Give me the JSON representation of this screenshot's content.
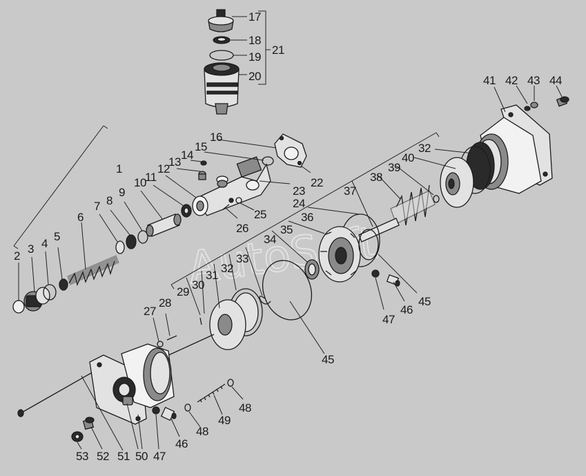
{
  "watermark": "AutoSoft",
  "labels": {
    "l1": "1",
    "l2": "2",
    "l3": "3",
    "l4": "4",
    "l5": "5",
    "l6": "6",
    "l7": "7",
    "l8": "8",
    "l9": "9",
    "l10": "10",
    "l11": "11",
    "l12": "12",
    "l13": "13",
    "l14": "14",
    "l15": "15",
    "l16": "16",
    "l17": "17",
    "l18": "18",
    "l19": "19",
    "l20": "20",
    "l21": "21",
    "l22": "22",
    "l23": "23",
    "l24": "24",
    "l25": "25",
    "l26": "26",
    "l27": "27",
    "l28": "28",
    "l29": "29",
    "l30": "30",
    "l31": "31",
    "l32a": "32",
    "l32b": "32",
    "l33": "33",
    "l34": "34",
    "l35": "35",
    "l36": "36",
    "l37": "37",
    "l38": "38",
    "l39": "39",
    "l40": "40",
    "l41": "41",
    "l42": "42",
    "l43": "43",
    "l44": "44",
    "l45a": "45",
    "l45b": "45",
    "l46a": "46",
    "l46b": "46",
    "l47a": "47",
    "l47b": "47",
    "l48a": "48",
    "l48b": "48",
    "l49": "49",
    "l50": "50",
    "l51": "51",
    "l52": "52",
    "l53": "53"
  },
  "colors": {
    "background": "#c9c9c9",
    "ink": "#1c1c1c"
  }
}
